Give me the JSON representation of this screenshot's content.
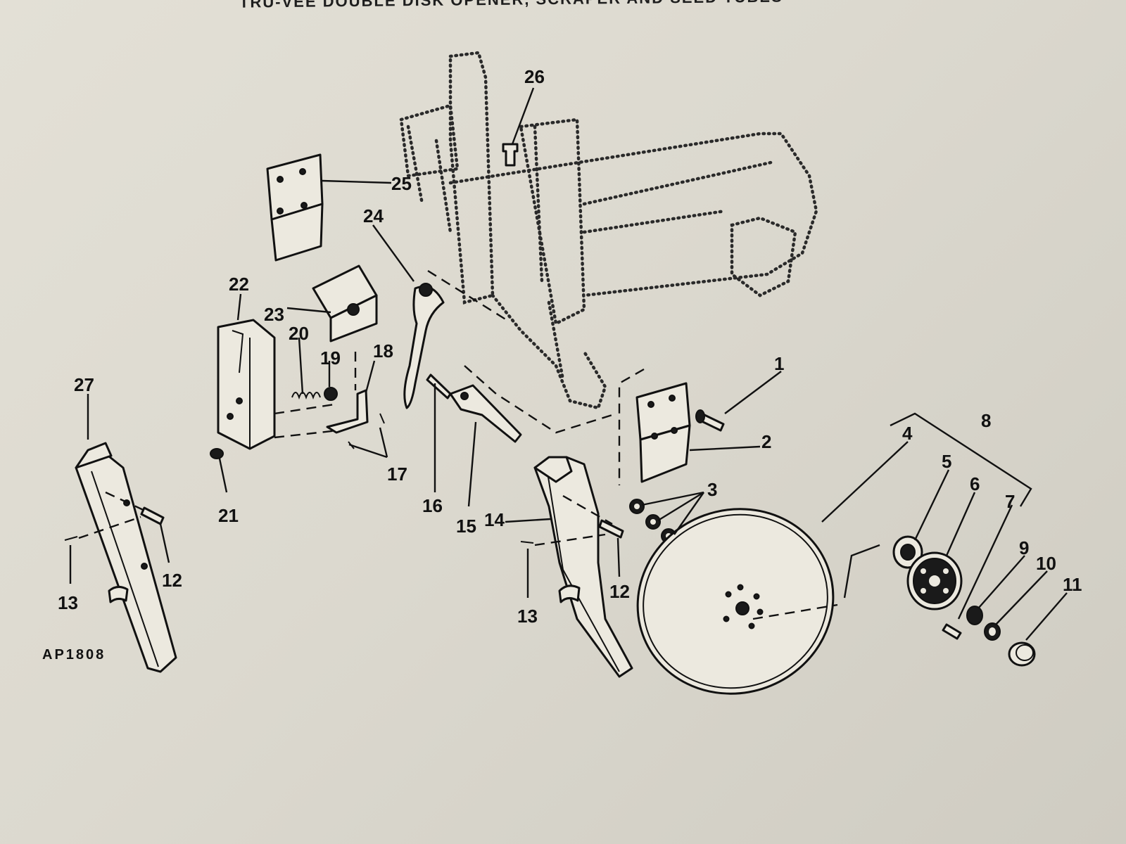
{
  "header": {
    "title": "TRU-VEE DOUBLE DISK OPENER, SCRAPER AND SEED TUBES"
  },
  "figure": {
    "code": "AP1808"
  },
  "callouts": [
    "1",
    "2",
    "3",
    "4",
    "5",
    "6",
    "7",
    "8",
    "9",
    "10",
    "11",
    "12",
    "13",
    "14",
    "15",
    "16",
    "17",
    "18",
    "19",
    "20",
    "21",
    "22",
    "23",
    "24",
    "25",
    "26",
    "27"
  ],
  "callouts_repeated": {
    "12": "12",
    "13": "13"
  }
}
